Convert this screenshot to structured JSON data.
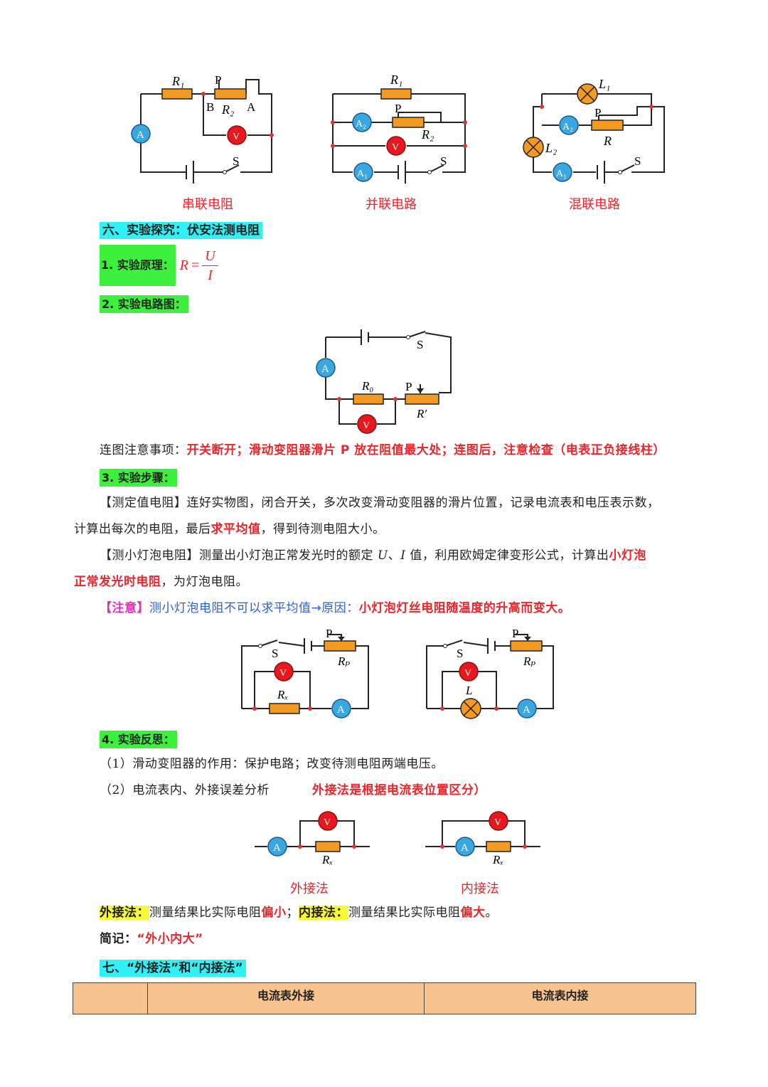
{
  "top_circuits": {
    "series": {
      "caption": "串联电阻",
      "labels": {
        "r1": "R₁",
        "p": "P",
        "b": "B",
        "r2": "R₂",
        "a": "A",
        "s": "S",
        "ammeter": "A",
        "voltmeter": "V"
      }
    },
    "parallel": {
      "caption": "并联电路",
      "labels": {
        "r1": "R₁",
        "p": "P",
        "r2": "R₂",
        "s": "S",
        "a2": "A₂",
        "a1": "A₁",
        "voltmeter": "V"
      }
    },
    "mixed": {
      "caption": "混联电路",
      "labels": {
        "l1": "L₁",
        "p": "P",
        "r": "R",
        "l2": "L₂",
        "s": "S",
        "a2": "A₂",
        "a1": "A₁"
      }
    }
  },
  "section6": {
    "title": "六、实验探究：伏安法测电阻",
    "principle_label": "1. 实验原理：",
    "formula": {
      "lhs": "R",
      "eq": "=",
      "num": "U",
      "den": "I"
    },
    "circuit_label": "2. 实验电路图：",
    "circuit_diagram": {
      "s": "S",
      "a": "A",
      "r0": "R₀",
      "p": "P",
      "rp": "R′",
      "v": "V"
    },
    "note_prefix": "连图注意事项：",
    "note_red": "开关断开；滑动变阻器滑片 P 放在阻值最大处；连图后，注意检查（电表正负接线柱）",
    "steps_label": "3. 实验步骤：",
    "step1": {
      "tag": "【测定值电阻】",
      "text_a": "连好实物图，闭合开关，多次改变滑动变阻器的滑片位置，记录电流表和电压表示数，",
      "text_b": "计算出每次的电阻，最后",
      "red": "求平均值",
      "text_c": "，得到待测电阻大小。"
    },
    "step2": {
      "tag": "【测小灯泡电阻】",
      "text_a": "测量出小灯泡正常发光时的额定 ",
      "u": "U",
      "sep": "、",
      "i": "I",
      "text_b": " 值，利用欧姆定律变形公式，计算出",
      "red_a": "小灯泡",
      "red_b": "正常发光时电阻",
      "text_c": "，为灯泡电阻。"
    },
    "attention": {
      "tag": "【注意】",
      "blue": "测小灯泡电阻不可以求平均值→原因：",
      "red": "小灯泡灯丝电阻随温度的升高而变大。"
    },
    "mid_circuits": {
      "left": {
        "p": "P",
        "s": "S",
        "rp": "Rₚ",
        "v": "V",
        "rx": "Rₓ",
        "a": "A"
      },
      "right": {
        "p": "P",
        "s": "S",
        "rp": "Rₚ",
        "v": "V",
        "l": "L",
        "a": "A"
      }
    },
    "reflection_label": "4. 实验反思：",
    "reflection1": "（1）滑动变阻器的作用：保护电路；改变待测电阻两端电压。",
    "reflection2_a": "（2）电流表内、外接误差分析",
    "reflection2_red": "外接法是根据电流表位置区分）",
    "bottom_circuits": {
      "external": {
        "caption": "外接法",
        "a": "A",
        "v": "V",
        "rx": "Rₓ"
      },
      "internal": {
        "caption": "内接法",
        "a": "A",
        "v": "V",
        "rx": "Rₓ"
      }
    },
    "summary": {
      "ext_label": "外接法：",
      "ext_text": "测量结果比实际电阻",
      "ext_red": "偏小",
      "semi": "；",
      "int_label": "内接法：",
      "int_text": "测量结果比实际电阻",
      "int_red": "偏大",
      "end": "。"
    },
    "memo": {
      "label": "简记：",
      "red": "“外小内大”"
    }
  },
  "section7": {
    "title": "七、“外接法”和“内接法”",
    "table_headers": [
      "",
      "电流表外接",
      "电流表内接"
    ]
  },
  "colors": {
    "ammeter": "#3aa7e0",
    "voltmeter": "#e8181f",
    "resistor": "#f29a21",
    "lamp": "#f29a21",
    "highlight_cyan": "#2ef2f5",
    "highlight_green": "#3cf03c",
    "highlight_yellow": "#f8f83a",
    "red_text": "#e8262b"
  }
}
